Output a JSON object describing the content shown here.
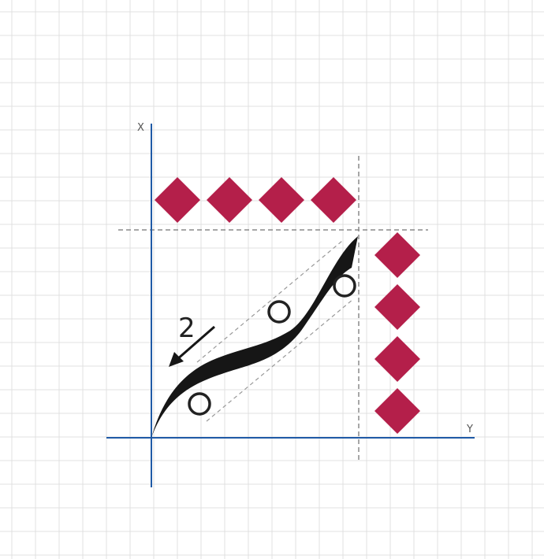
{
  "axes": {
    "x_label": "X",
    "y_label": "Y"
  },
  "annotation": {
    "label": "2"
  },
  "colors": {
    "axis": "#1f5aa6",
    "diamond": "#b41f4a",
    "shape": "#161616",
    "grid": "#e0e0e0",
    "guide": "#8a8a8a"
  },
  "diamonds": {
    "top_row_count": 4,
    "right_column_count": 4
  },
  "circles_count": 3
}
